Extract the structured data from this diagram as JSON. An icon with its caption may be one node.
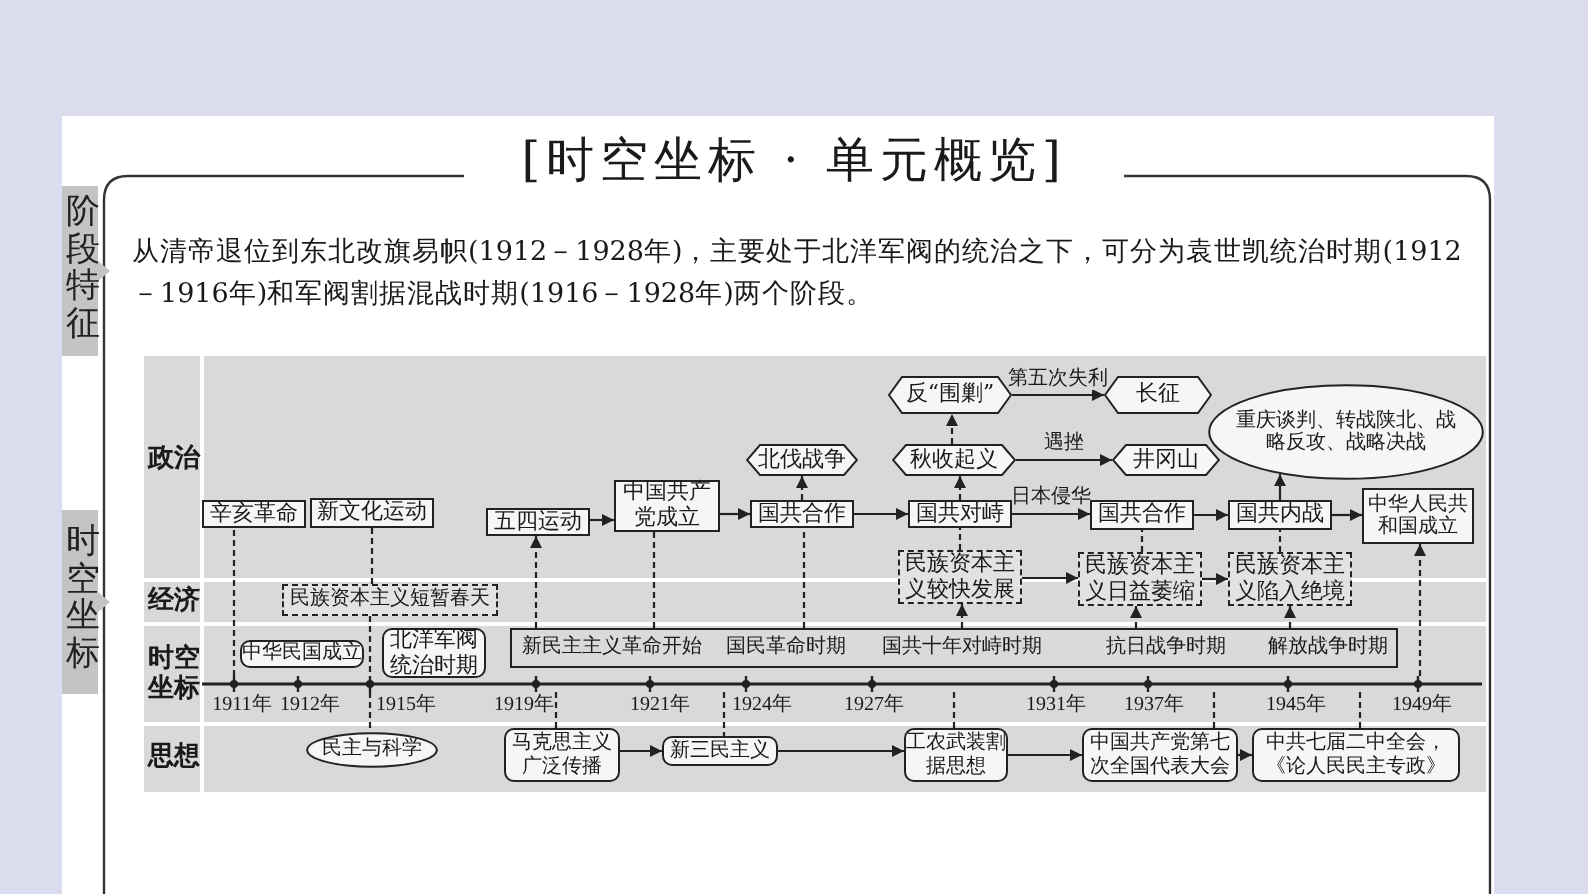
{
  "diagram": {
    "title": "[时空坐标 · 单元概览]",
    "nodes": [
      {
        "text": [
          "辛亥革命"
        ]
      },
      {
        "text": [
          "新文化运动"
        ]
      },
      {
        "text": [
          "五四运动"
        ]
      },
      {
        "text": [
          "中国共产党成立"
        ]
      },
      {
        "text": [
          "国共合作"
        ]
      },
      {
        "text": [
          "北伐战争"
        ]
      },
      {
        "text": [
          "国共对峙"
        ]
      },
      {
        "text": [
          "秋收起义"
        ]
      },
      {
        "text": [
          "反“围剿”"
        ]
      },
      {
        "text": [
          "长征"
        ]
      },
      {
        "text": [
          "井冈山"
        ]
      },
      {
        "text": [
          "国共合作"
        ]
      },
      {
        "text": [
          "国共内战"
        ]
      },
      {
        "text": [
          "重庆谈判、转战陕北、战略反攻、战略决战"
        ]
      },
      {
        "text": [
          "中华人民共和国成立"
        ]
      },
      {
        "text": [
          "民族资本主义短暂春天"
        ]
      },
      {
        "text": [
          "民族资本主义较快发展"
        ]
      },
      {
        "text": [
          "民族资本主义日益萎缩"
        ]
      },
      {
        "text": [
          "民族资本主义陷入绝境"
        ]
      },
      {
        "text": [
          "中华民国成立"
        ]
      },
      {
        "text": [
          "北洋军阀统治时期"
        ]
      },
      {
        "text": [
          "新民主主义革命开始",
          "国民革命时期",
          "国共十年对峙时期",
          "抗日战争时期",
          "解放战争时期"
        ]
      },
      {
        "text": [
          "民主与科学"
        ]
      },
      {
        "text": [
          "马克思主义广泛传播"
        ]
      },
      {
        "text": [
          "新三民主义"
        ]
      },
      {
        "text": [
          "工农武装割据思想"
        ]
      },
      {
        "text": [
          "中国共产党第七次全国代表大会"
        ]
      },
      {
        "text": [
          "中共七届二中全会，《论人民民主专政》"
        ]
      },
      {
        "text": [],
        "shape": "bar"
      }
    ],
    "edges": [
      {
        "from": 2,
        "to": 3,
        "arrow": "to"
      },
      {
        "from": 3,
        "to": 4,
        "arrow": "to"
      },
      {
        "from": 4,
        "to": 6,
        "arrow": "to"
      },
      {
        "from": 4,
        "to": 5,
        "arrow": "to",
        "style": "dashed"
      },
      {
        "from": 6,
        "to": 7,
        "arrow": "to",
        "style": "dashed"
      },
      {
        "from": 7,
        "to": 8,
        "arrow": "to",
        "style": "dashed"
      },
      {
        "from": 8,
        "to": 9,
        "arrow": "to",
        "label": "第五次失利"
      },
      {
        "from": 7,
        "to": 10,
        "arrow": "to",
        "label": "遇挫"
      },
      {
        "from": 6,
        "to": 11,
        "arrow": "to",
        "label": "日本侵华"
      },
      {
        "from": 11,
        "to": 12,
        "arrow": "to"
      },
      {
        "from": 12,
        "to": 13,
        "arrow": "to"
      },
      {
        "from": 12,
        "to": 14,
        "arrow": "to"
      },
      {
        "from": 16,
        "to": 17,
        "arrow": "to"
      },
      {
        "from": 17,
        "to": 18,
        "arrow": "to"
      },
      {
        "from": 16,
        "to": 6,
        "arrow": "none",
        "style": "dashed"
      },
      {
        "from": 17,
        "to": 11,
        "arrow": "none",
        "style": "dashed"
      },
      {
        "from": 18,
        "to": 12,
        "arrow": "none",
        "style": "dashed"
      },
      {
        "from": 28,
        "to": 0,
        "arrow": "none",
        "style": "dashed"
      },
      {
        "from": 1,
        "to": 15,
        "arrow": "none",
        "style": "dashed"
      },
      {
        "from": 15,
        "to": 28,
        "arrow": "none",
        "style": "dashed"
      },
      {
        "from": 21,
        "to": 2,
        "arrow": "to",
        "style": "dashed"
      },
      {
        "from": 21,
        "to": 3,
        "arrow": "none",
        "style": "dashed"
      },
      {
        "from": 21,
        "to": 4,
        "arrow": "none",
        "style": "dashed"
      },
      {
        "from": 21,
        "to": 16,
        "arrow": "to",
        "style": "dashed"
      },
      {
        "from": 21,
        "to": 17,
        "arrow": "to",
        "style": "dashed"
      },
      {
        "from": 21,
        "to": 18,
        "arrow": "to",
        "style": "dashed"
      },
      {
        "from": 28,
        "to": 14,
        "arrow": "to",
        "style": "dashed"
      },
      {
        "from": 23,
        "to": 24,
        "arrow": "to"
      },
      {
        "from": 24,
        "to": 25,
        "arrow": "to"
      },
      {
        "from": 25,
        "to": 26,
        "arrow": "to"
      },
      {
        "from": 26,
        "to": 27,
        "arrow": "to"
      },
      {
        "from": 28,
        "to": 23,
        "arrow": "none",
        "style": "dashed"
      },
      {
        "from": 28,
        "to": 22,
        "arrow": "none",
        "style": "dashed"
      },
      {
        "from": 28,
        "to": 24,
        "arrow": "none",
        "style": "dashed"
      },
      {
        "from": 28,
        "to": 25,
        "arrow": "none",
        "style": "dashed"
      },
      {
        "from": 28,
        "to": 26,
        "arrow": "none",
        "style": "dashed"
      },
      {
        "from": 28,
        "to": 27,
        "arrow": "none",
        "style": "dashed"
      }
    ],
    "labels": [
      "阶段特征",
      "从清帝退位到东北改旗易帜(1912－1928年)，主要处于北洋军阀的统治之下，可分为袁世凯统治时期(1912－1916年)和军阀割据混战时期(1916－1928年)两个阶段。",
      "时空坐标",
      "政治",
      "经济",
      "时空坐标",
      "1911年",
      "1912年",
      "1915年",
      "1919年",
      "1921年",
      "1924年",
      "1927年",
      "1931年",
      "1937年",
      "1945年",
      "1949年",
      "思想"
    ]
  }
}
